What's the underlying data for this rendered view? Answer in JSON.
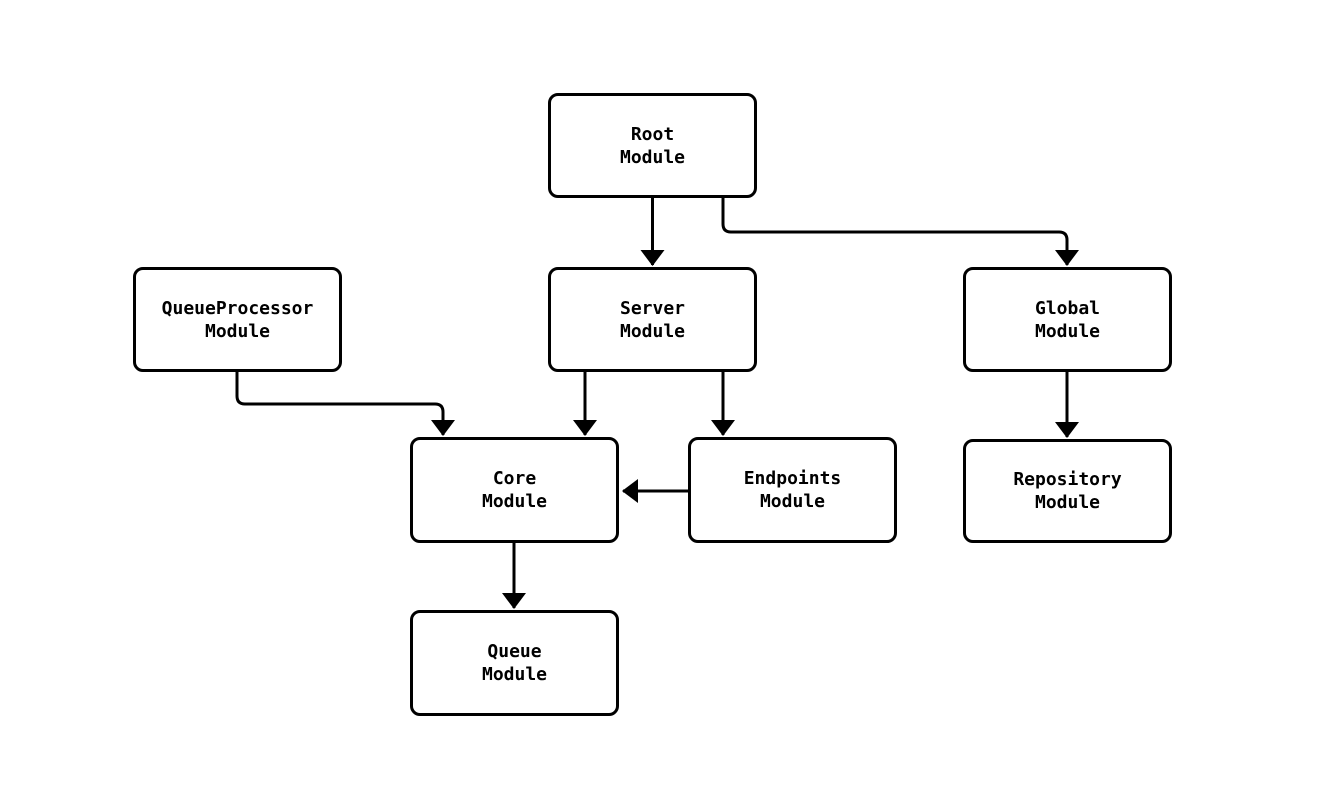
{
  "diagram": {
    "type": "module-dependency-graph",
    "colors": {
      "background": "#ffffff",
      "node_fill": "#ffffff",
      "node_stroke": "#000000",
      "edge_stroke": "#000000",
      "text": "#000000"
    },
    "nodes": {
      "root": {
        "label": "Root\nModule"
      },
      "queueprocessor": {
        "label": "QueueProcessor\nModule"
      },
      "server": {
        "label": "Server\nModule"
      },
      "global": {
        "label": "Global\nModule"
      },
      "core": {
        "label": "Core\nModule"
      },
      "endpoints": {
        "label": "Endpoints\nModule"
      },
      "repository": {
        "label": "Repository\nModule"
      },
      "queue": {
        "label": "Queue\nModule"
      }
    },
    "edges": [
      {
        "from": "Root Module",
        "to": "Server Module"
      },
      {
        "from": "Root Module",
        "to": "Global Module"
      },
      {
        "from": "QueueProcessor Module",
        "to": "Core Module"
      },
      {
        "from": "Server Module",
        "to": "Core Module"
      },
      {
        "from": "Server Module",
        "to": "Endpoints Module"
      },
      {
        "from": "Endpoints Module",
        "to": "Core Module"
      },
      {
        "from": "Global Module",
        "to": "Repository Module"
      },
      {
        "from": "Core Module",
        "to": "Queue Module"
      }
    ]
  }
}
